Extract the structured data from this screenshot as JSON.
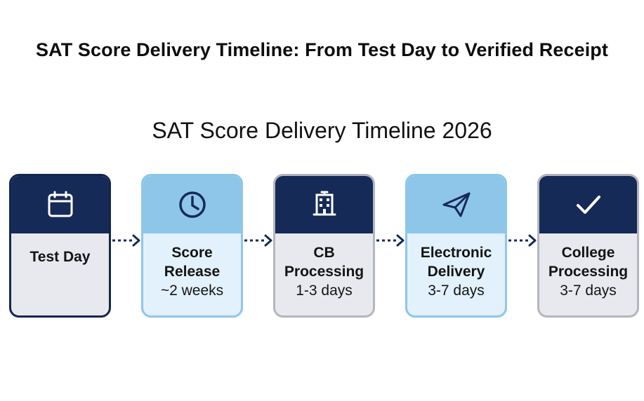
{
  "page": {
    "title": "SAT Score Delivery Timeline: From Test Day to Verified Receipt"
  },
  "diagram": {
    "heading": "SAT Score Delivery Timeline 2026",
    "colors": {
      "navy": "#162a57",
      "light_blue": "#8ec6ea",
      "card_gray": "#e8e9ee",
      "card_light": "#e2f1fb",
      "arrow": "#162a57"
    },
    "steps": [
      {
        "label_line1": "Test Day",
        "label_line2": "",
        "duration": "",
        "icon": "calendar-icon",
        "style": "dark"
      },
      {
        "label_line1": "Score",
        "label_line2": "Release",
        "duration": "~2 weeks",
        "icon": "clock-icon",
        "style": "light"
      },
      {
        "label_line1": "CB",
        "label_line2": "Processing",
        "duration": "1-3 days",
        "icon": "building-icon",
        "style": "dark"
      },
      {
        "label_line1": "Electronic",
        "label_line2": "Delivery",
        "duration": "3-7 days",
        "icon": "paper-plane-icon",
        "style": "light"
      },
      {
        "label_line1": "College",
        "label_line2": "Processing",
        "duration": "3-7 days",
        "icon": "checkmark-icon",
        "style": "dark"
      }
    ]
  }
}
